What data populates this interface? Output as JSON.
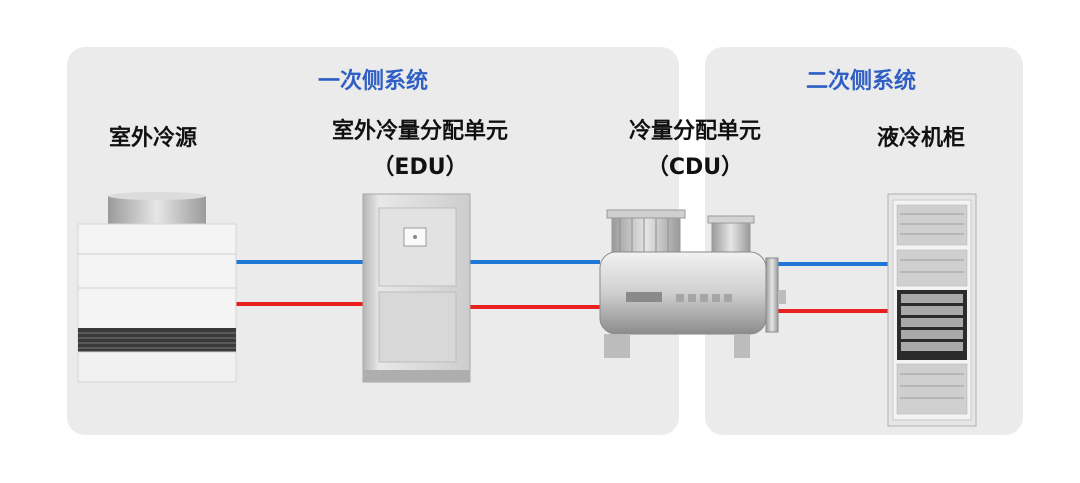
{
  "primary_system": {
    "title": "一次侧系统"
  },
  "secondary_system": {
    "title": "二次侧系统"
  },
  "components": {
    "outdoor_cold_source": {
      "label": "室外冷源"
    },
    "edu": {
      "label": "室外冷量分配单元",
      "sublabel": "（EDU）"
    },
    "cdu": {
      "label": "冷量分配单元",
      "sublabel": "（CDU）"
    },
    "liquid_cooling_cabinet": {
      "label": "液冷机柜"
    }
  },
  "colors": {
    "supply_pipe": "#1e78d6",
    "return_pipe": "#e8201f",
    "title_accent": "#2f5fc4",
    "panel": "#ebebeb"
  }
}
